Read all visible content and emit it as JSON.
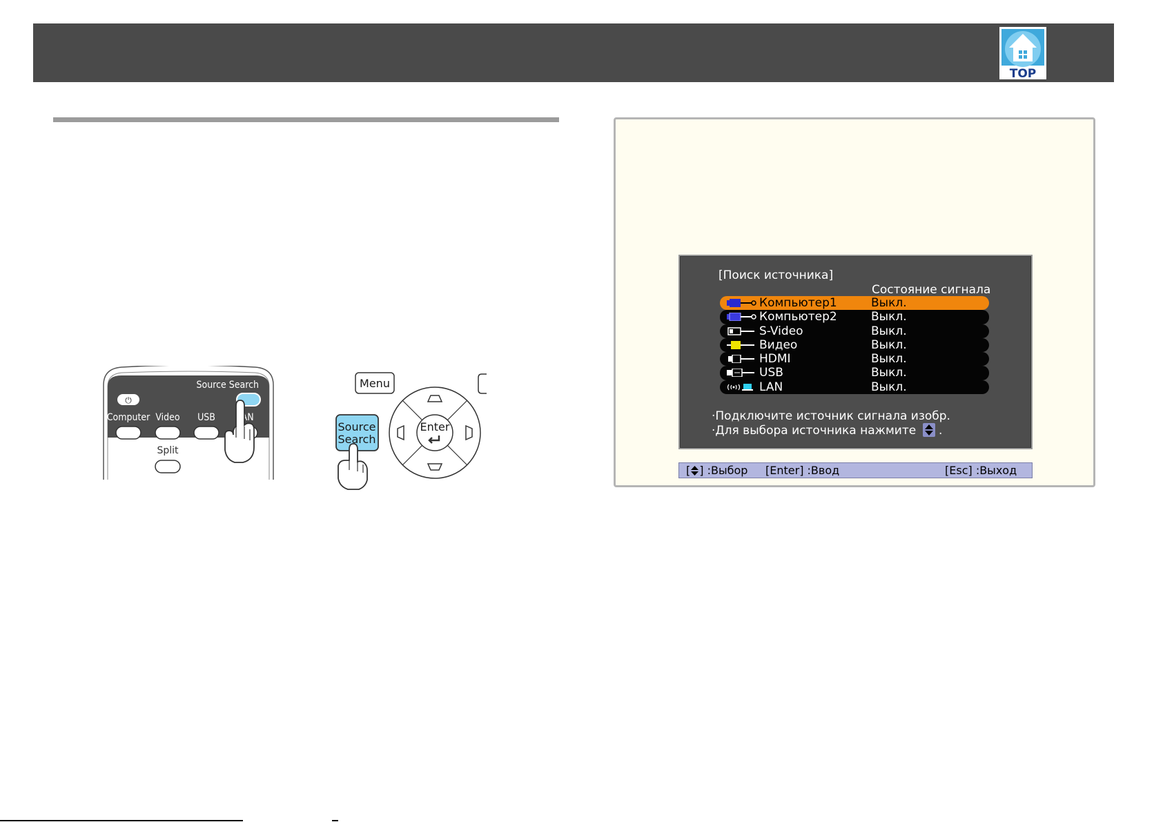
{
  "header": {
    "top_label": "TOP"
  },
  "remote_left": {
    "source_search_label": "Source Search",
    "buttons": [
      "Computer",
      "Video",
      "USB",
      "LAN"
    ],
    "split_label": "Split"
  },
  "remote_right": {
    "menu_label": "Menu",
    "source_search_line1": "Source",
    "source_search_line2": "Search",
    "enter_label": "Enter"
  },
  "source_search_screen": {
    "title": "[Поиск источника]",
    "column_header": "Состояние сигнала",
    "sources": [
      {
        "name": "Компьютер1",
        "state": "Выкл.",
        "icon": "computer-port-icon",
        "selected": true
      },
      {
        "name": "Компьютер2",
        "state": "Выкл.",
        "icon": "computer2-port-icon",
        "selected": false
      },
      {
        "name": "S-Video",
        "state": "Выкл.",
        "icon": "svideo-port-icon",
        "selected": false
      },
      {
        "name": "Видео",
        "state": "Выкл.",
        "icon": "video-port-icon",
        "selected": false
      },
      {
        "name": "HDMI",
        "state": "Выкл.",
        "icon": "hdmi-port-icon",
        "selected": false
      },
      {
        "name": "USB",
        "state": "Выкл.",
        "icon": "usb-port-icon",
        "selected": false
      },
      {
        "name": "LAN",
        "state": "Выкл.",
        "icon": "lan-wireless-icon",
        "selected": false
      }
    ],
    "hint1": "·Подключите источник сигнала изобр.",
    "hint2_prefix": "·Для выбора источника нажмите",
    "hint2_suffix": ".",
    "footer_select_bracket_open": "[",
    "footer_select_rest": "] :Выбор",
    "footer_enter": "[Enter] :Ввод",
    "footer_exit": "[Esc] :Выход"
  },
  "colors": {
    "banner": "#4a4a4a",
    "selected_row": "#f0860d",
    "footer_bar": "#b2b6df",
    "source_search_button": "#8fd6f2"
  }
}
